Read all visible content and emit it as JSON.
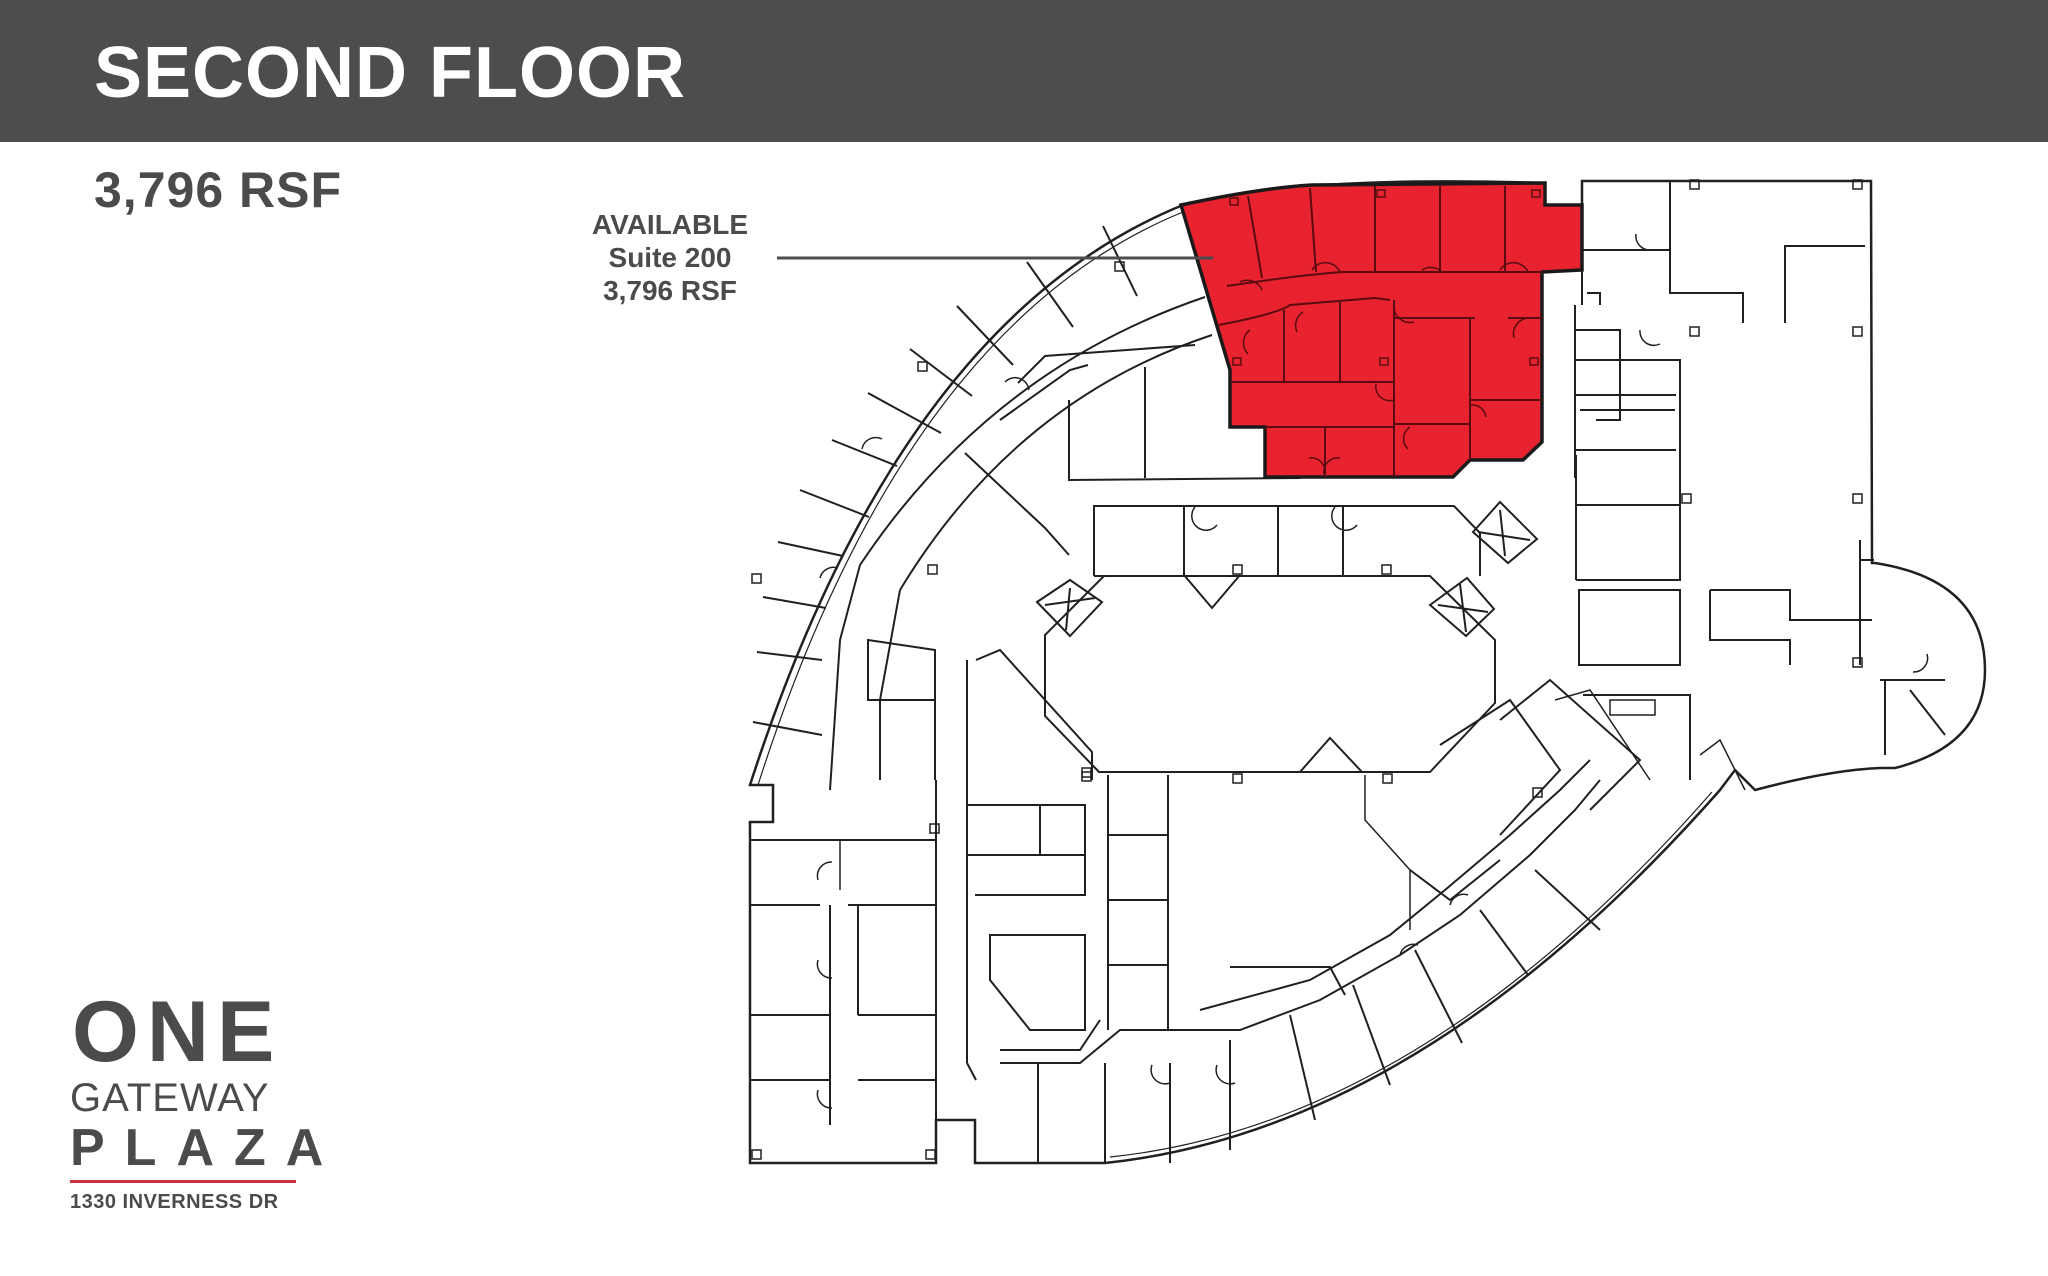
{
  "header": {
    "title": "SECOND FLOOR"
  },
  "summary": {
    "total_rsf": "3,796 RSF"
  },
  "callout": {
    "status": "AVAILABLE",
    "suite": "Suite 200",
    "area": "3,796 RSF"
  },
  "floorplan": {
    "available_suite": "Suite 200",
    "highlight_color": "#e8222f",
    "wall_color": "#231f20"
  },
  "logo": {
    "line1": "ONE",
    "line2": "GATEWAY",
    "line3": "PLAZA",
    "address": "1330 INVERNESS DR",
    "rule_color": "#c8323c"
  },
  "colors": {
    "header_bg": "#4d4d4f",
    "header_text": "#ffffff",
    "body_text": "#4b4b4d"
  }
}
